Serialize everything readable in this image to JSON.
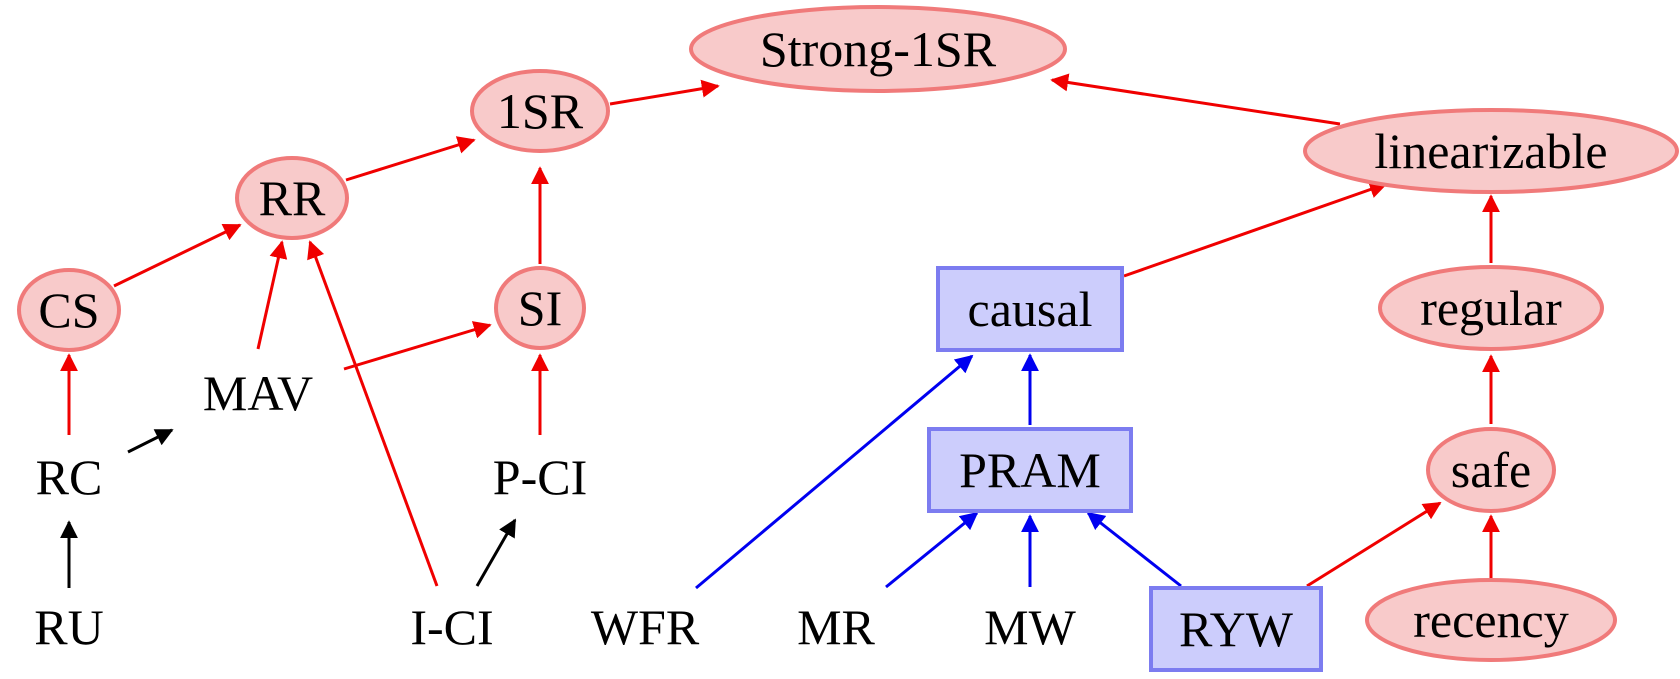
{
  "colors": {
    "strong_fill": "#f8caca",
    "strong_stroke": "#f07a7a",
    "sticky_fill": "#cccdfc",
    "sticky_stroke": "#7c7cf0",
    "red_edge": "#f00000",
    "blue_edge": "#0000f0",
    "black_edge": "#000000"
  },
  "nodes": {
    "strong1sr": "Strong-1SR",
    "onesr": "1SR",
    "rr": "RR",
    "cs": "CS",
    "si": "SI",
    "mav": "MAV",
    "rc": "RC",
    "ru": "RU",
    "pci": "P-CI",
    "ici": "I-CI",
    "linearizable": "linearizable",
    "regular": "regular",
    "safe": "safe",
    "recency": "recency",
    "causal": "causal",
    "pram": "PRAM",
    "ryw": "RYW",
    "wfr": "WFR",
    "mr": "MR",
    "mw": "MW"
  }
}
